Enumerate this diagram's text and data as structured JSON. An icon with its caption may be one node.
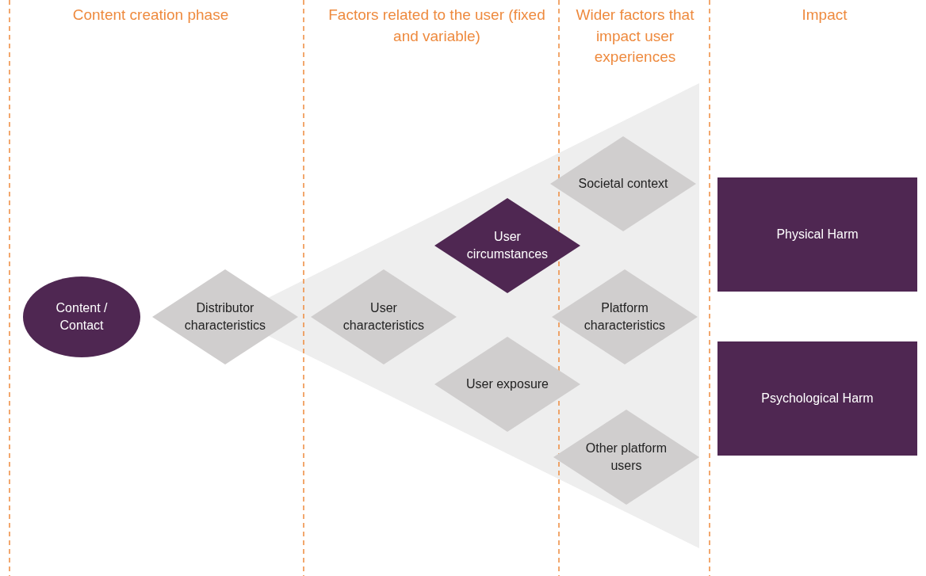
{
  "diagram": {
    "nodes": [
      {
        "text": [
          "Content / Contact"
        ]
      },
      {
        "text": [
          "Distributor characteristics"
        ]
      },
      {
        "text": [
          "User characteristics"
        ]
      },
      {
        "text": [
          "User circumstances"
        ]
      },
      {
        "text": [
          "User exposure"
        ]
      },
      {
        "text": [
          "Societal context"
        ]
      },
      {
        "text": [
          "Platform characteristics"
        ]
      },
      {
        "text": [
          "Other platform users"
        ]
      },
      {
        "text": [
          "Physical Harm"
        ]
      },
      {
        "text": [
          "Psychological Harm"
        ]
      }
    ],
    "edges": [],
    "labels": [
      "Content creation phase",
      "Factors related to the user (fixed and variable)",
      "Wider factors that impact user experiences",
      "Impact"
    ]
  }
}
